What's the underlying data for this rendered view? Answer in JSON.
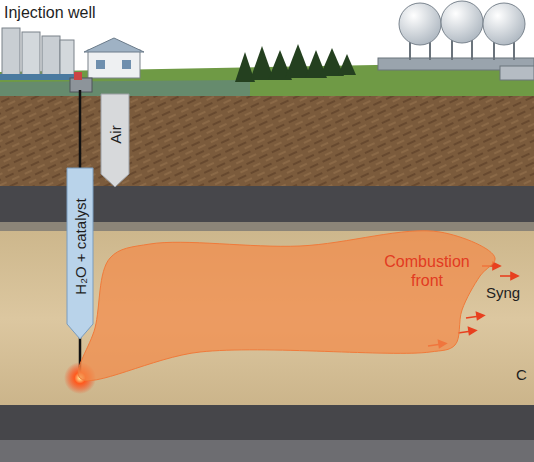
{
  "diagram": {
    "nodes": [
      {
        "text": [
          "Air"
        ]
      },
      {
        "text": [
          "H₂O + catalyst"
        ]
      },
      {
        "text": [
          "Combustion front"
        ]
      }
    ],
    "labels": [
      "Injection well",
      "Syng",
      "C"
    ]
  }
}
